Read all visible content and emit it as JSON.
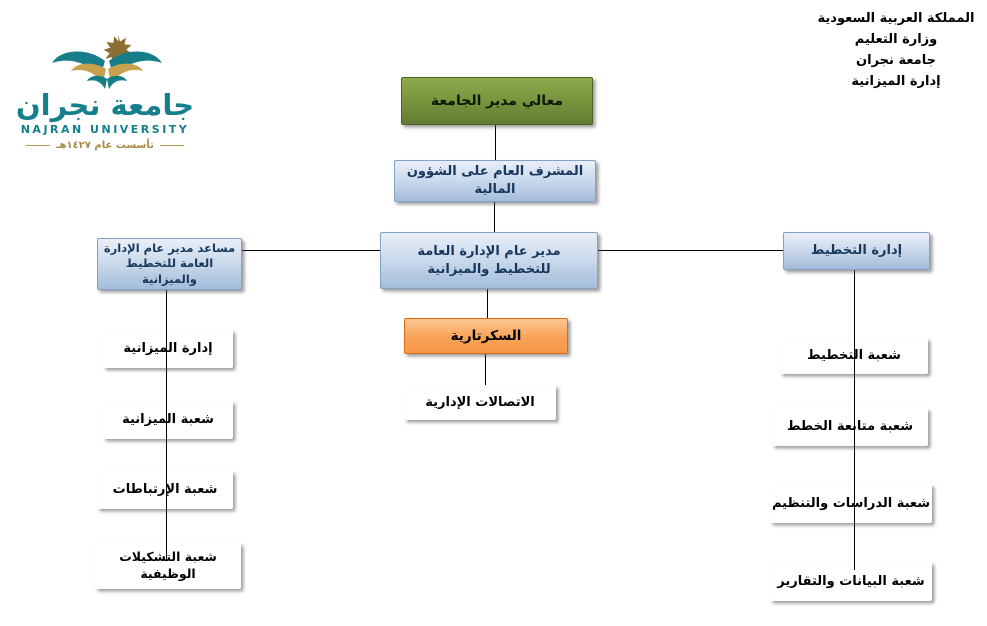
{
  "header": {
    "lines": [
      "المملكة العربية السعودية",
      "وزارة التعليم",
      "جامعة نجران",
      "إدارة الميزانية"
    ]
  },
  "logo": {
    "arabic_name": "جامعة نجران",
    "english_name": "NAJRAN UNIVERSITY",
    "founded_line": "تأسست عام ١٤٢٧هـ"
  },
  "org_chart": {
    "nodes": {
      "university_director": "معالي مدير الجامعة",
      "financial_supervisor": "المشرف العام على الشؤون المالية",
      "general_director": "مدير عام الإدارة العامة\nللتخطيط والميزانية",
      "assistant_director": "مساعد مدير عام الإدارة\nالعامة للتخطيط والميزانية",
      "planning_admin": "إدارة التخطيط",
      "secretariat": "السكرتارية",
      "admin_communications": "الاتصالات الإدارية",
      "budget_admin": "إدارة الميزانية",
      "budget_division": "شعبة الميزانية",
      "commitments_division": "شعبة الإرتباطات",
      "job_formations_division": "شعبة التشكيلات الوظيفية",
      "planning_division": "شعبة التخطيط",
      "plans_followup_division": "شعبة متابعة الخطط",
      "studies_organization_division": "شعبة الدراسات والتنظيم",
      "data_reports_division": "شعبة البيانات والتقارير"
    },
    "colors": {
      "director_green": "#76923c",
      "management_blue": "#b9cde5",
      "secretariat_orange": "#f79646",
      "division_peach": "#fbd5b5",
      "logo_teal": "#157f8d",
      "logo_gold": "#a98a45"
    }
  }
}
